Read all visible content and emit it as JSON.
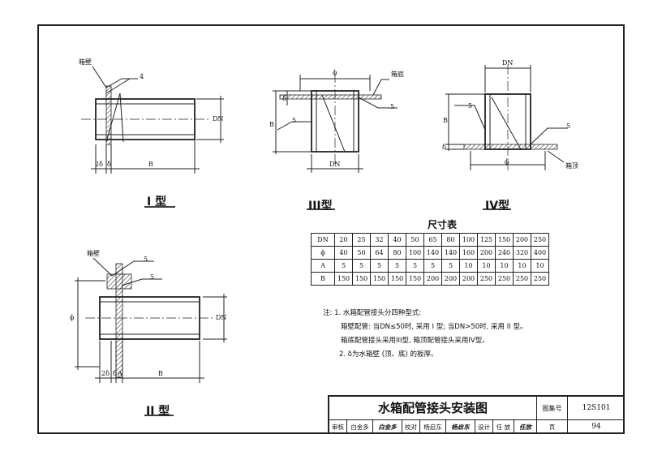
{
  "labels": {
    "tank_wall": "箱壁",
    "tank_bottom": "箱底",
    "tank_top": "箱顶",
    "DN": "DN",
    "phi": "ϕ",
    "B": "B",
    "A": "A",
    "delta": "δ",
    "two_delta": "2δ",
    "weld4": "4",
    "weld5": "5"
  },
  "types": {
    "type1": "I 型",
    "type2": "II 型",
    "type3": "III型",
    "type4": "IV型"
  },
  "dimension_table": {
    "title": "尺寸表",
    "rows": [
      {
        "head": "DN",
        "values": [
          "20",
          "25",
          "32",
          "40",
          "50",
          "65",
          "80",
          "100",
          "125",
          "150",
          "200",
          "250"
        ]
      },
      {
        "head": "ϕ",
        "values": [
          "40",
          "50",
          "64",
          "80",
          "100",
          "140",
          "140",
          "160",
          "200",
          "240",
          "320",
          "400"
        ]
      },
      {
        "head": "A",
        "values": [
          "5",
          "5",
          "5",
          "5",
          "5",
          "5",
          "5",
          "10",
          "10",
          "10",
          "10",
          "10"
        ]
      },
      {
        "head": "B",
        "values": [
          "150",
          "150",
          "150",
          "150",
          "150",
          "200",
          "200",
          "200",
          "250",
          "250",
          "250",
          "250"
        ]
      }
    ]
  },
  "notes": {
    "prefix": "注:",
    "n1": "1. 水箱配管接头分四种型式:",
    "n1a": "箱壁配管: 当DN≤50时, 采用 I 型; 当DN>50时, 采用 II 型。",
    "n1b": "箱底配管接头采用III型, 箱顶配管接头采用IV型。",
    "n2": "2. δ为水箱壁 (顶、底) 的板厚。"
  },
  "title_block": {
    "title": "水箱配管接头安装图",
    "atlas_label": "图集号",
    "atlas_value": "12S101",
    "review_label": "审核",
    "reviewer": "白金多",
    "reviewer_sig": "白金多",
    "check_label": "校对",
    "checker": "杨启东",
    "checker_sig": "杨启东",
    "design_label": "设计",
    "designer": "任 放",
    "designer_sig": "任放",
    "page_label": "页",
    "page_value": "94"
  }
}
